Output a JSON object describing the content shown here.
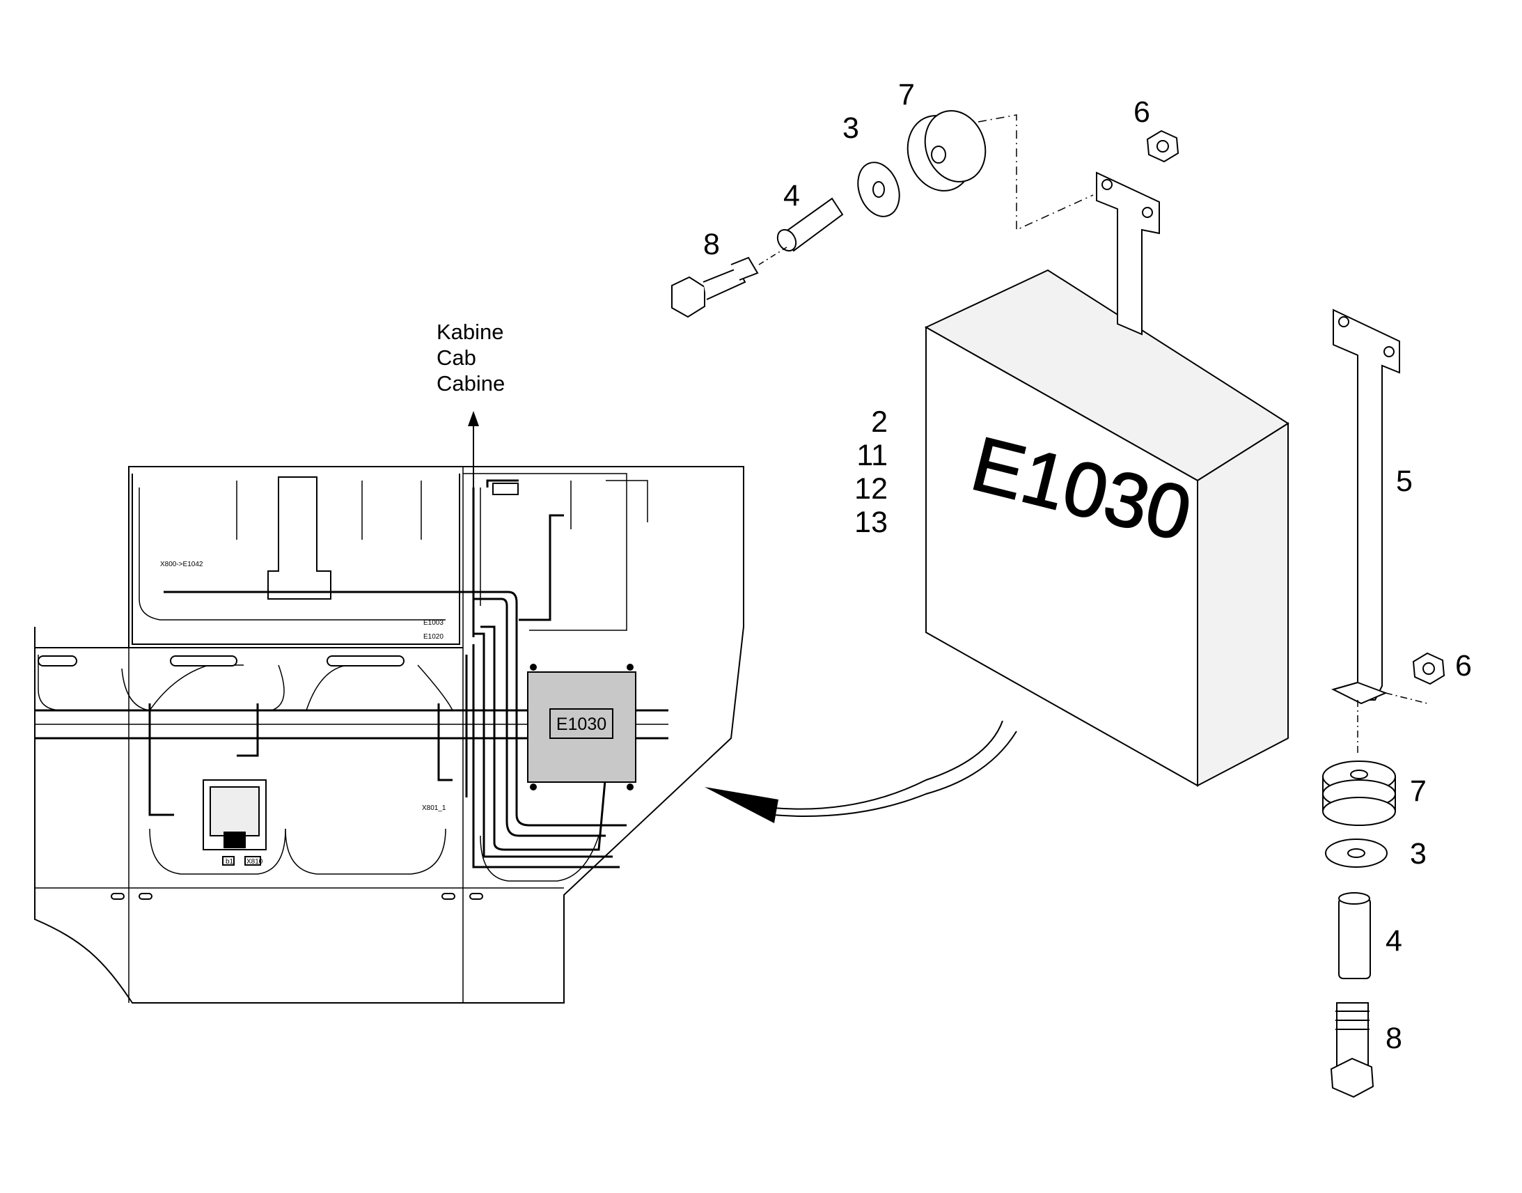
{
  "direction_labels": [
    "Kabine",
    "Cab",
    "Cabine"
  ],
  "box_label_large": "E1030",
  "box_label_small": "E1030",
  "group_callouts": [
    "2",
    "11",
    "12",
    "13"
  ],
  "callouts": {
    "top": {
      "bolt": "8",
      "sleeve": "4",
      "washer": "3",
      "mount": "7",
      "nut": "6"
    },
    "right": {
      "bracket": "5",
      "nut": "6",
      "mount": "7",
      "washer": "3",
      "sleeve": "4",
      "bolt": "8"
    }
  },
  "wire_labels": {
    "x800": "X800->E1042",
    "e1003": "E1003",
    "e1020": "E1020",
    "x801": "X801_1",
    "b1": "b1",
    "x810": "X810"
  },
  "colors": {
    "line": "#000000",
    "box_fill": "#c8c8c8",
    "panel_fill": "#f2f2f2"
  }
}
